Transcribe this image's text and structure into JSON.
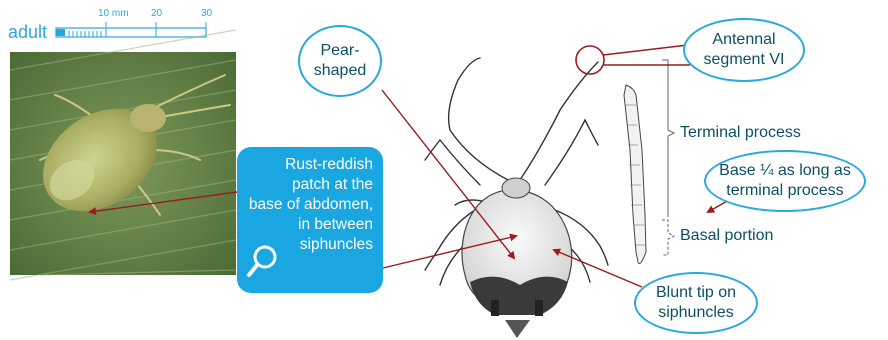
{
  "scale": {
    "label": "adult",
    "ticks": [
      "10 mm",
      "20",
      "30"
    ]
  },
  "callouts": {
    "pear": [
      "Pear-",
      "shaped"
    ],
    "antennal": [
      "Antennal",
      "segment VI"
    ],
    "base": [
      "Base ¼ as long as",
      "terminal process"
    ],
    "blunt": [
      "Blunt tip on",
      "siphuncles"
    ],
    "rust": [
      "Rust-reddish",
      "patch at the",
      "base of abdomen,",
      "in between",
      "siphuncles"
    ]
  },
  "labels": {
    "terminal": "Terminal process",
    "basal": "Basal portion"
  },
  "icons": {
    "magnifier": "magnifier-icon"
  },
  "colors": {
    "accent": "#29a8e0",
    "callout_fill": "#1aa6e0",
    "arrow": "#9b1b1f",
    "text": "#0d4f63"
  }
}
